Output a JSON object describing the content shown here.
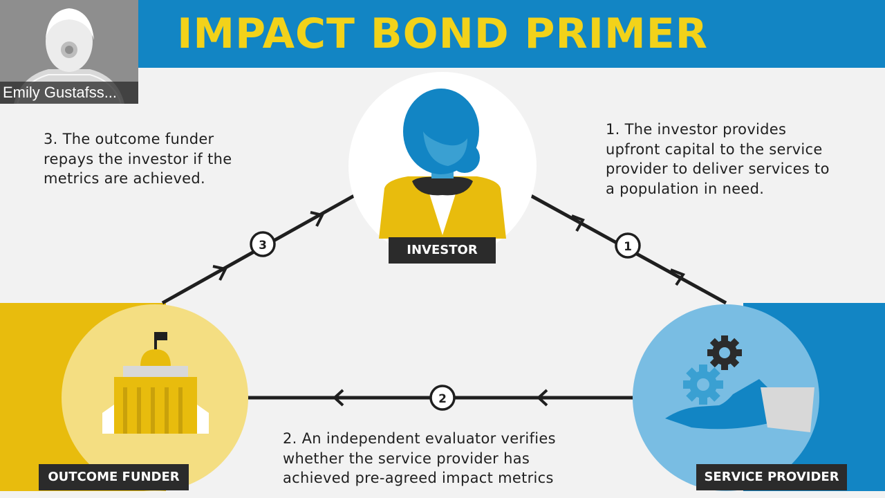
{
  "title": "IMPACT BOND PRIMER",
  "participant": {
    "name": "Emily Gustafss..."
  },
  "nodes": {
    "investor": "INVESTOR",
    "outcome_funder": "OUTCOME FUNDER",
    "service_provider": "SERVICE PROVIDER"
  },
  "steps": [
    {
      "number": "1",
      "text": "1. The investor provides\nupfront capital to the service\nprovider to deliver services to\na population in need."
    },
    {
      "number": "2",
      "text": "2. An independent evaluator verifies\nwhether the service provider has\nachieved pre-agreed impact metrics"
    },
    {
      "number": "3",
      "text": "3. The outcome funder\nrepays the investor if the\nmetrics are achieved."
    }
  ],
  "colors": {
    "blue": "#1285c4",
    "yellow": "#f2d21a",
    "gold": "#e8bc0d",
    "dark": "#2b2b2b",
    "background": "#f2f2f2"
  }
}
